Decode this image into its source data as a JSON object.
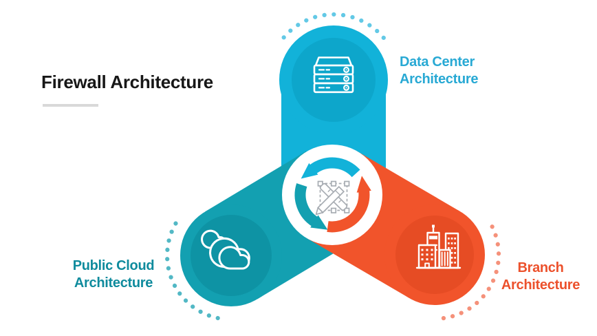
{
  "title": {
    "text": "Firewall Architecture"
  },
  "center_hub": {
    "icon": "design-edit-icon",
    "cycle_arrow_colors": [
      "#12b2d9",
      "#13a0b1",
      "#f1542b"
    ]
  },
  "nodes": {
    "data_center": {
      "line1": "Data Center",
      "line2": "Architecture",
      "icon": "server-rack-icon",
      "circle_color": "#12b2d9",
      "inner_color": "#0da6cb",
      "dots_color": "#63c9e6",
      "text_color": "#28a9d4"
    },
    "public_cloud": {
      "line1": "Public Cloud",
      "line2": "Architecture",
      "icon": "clouds-icon",
      "circle_color": "#13a0b1",
      "inner_color": "#0e93a4",
      "dots_color": "#52b8c5",
      "text_color": "#0f8b9d"
    },
    "branch": {
      "line1": "Branch",
      "line2": "Architecture",
      "icon": "city-buildings-icon",
      "circle_color": "#f1542b",
      "inner_color": "#e64c24",
      "dots_color": "#f5917a",
      "text_color": "#ec512c"
    }
  }
}
